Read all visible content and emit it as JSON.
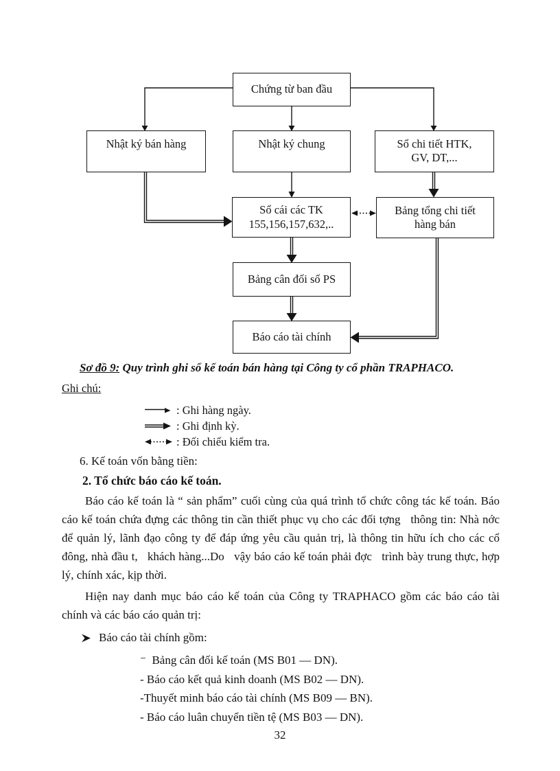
{
  "page": {
    "number": "32",
    "ink_color": "#131313",
    "background_color": "#ffffff"
  },
  "diagram": {
    "boxes": [
      {
        "id": "chung-tu-ban-dau",
        "label": "Chứng từ ban đầu"
      },
      {
        "id": "nhat-ky-ban-hang",
        "label": "Nhật ký bán hàng"
      },
      {
        "id": "nhat-ky-chung",
        "label": "Nhật ký chung"
      },
      {
        "id": "so-chi-tiet",
        "label": "Sổ chi tiết HTK,\nGV, DT,..."
      },
      {
        "id": "so-cai-cac-tk",
        "label": "Sổ cái các TK\n155,156,157,632,.."
      },
      {
        "id": "bang-tong-chi-tiet",
        "label": "Bảng tổng chi tiết\nhàng bán"
      },
      {
        "id": "bang-can-doi-so-ps",
        "label": "Bảng cân đối số PS"
      },
      {
        "id": "bao-cao-tai-chinh",
        "label": "Báo cáo tài chính"
      }
    ],
    "caption_label": "Sơ đồ 9:",
    "caption_text": " Quy trình ghi sổ kế toán bán hàng tại Công ty cổ phần TRAPHACO.",
    "legend_title": "Ghi chú:",
    "legend": [
      {
        "icon": "single-arrow-icon",
        "label": ": Ghi hàng ngày."
      },
      {
        "icon": "double-arrow-icon",
        "label": ": Ghi định kỳ."
      },
      {
        "icon": "dashed-two-way-arrow-icon",
        "label": ": Đối chiếu kiểm tra."
      }
    ]
  },
  "content": {
    "line_6": "6. Kế toán vốn bằng tiền:",
    "heading_2": "2. Tổ chức báo cáo kế toán.",
    "para_1": "Báo cáo kế toán là “ sản phẩm” cuối cùng của quá trình tổ chức công tác kế toán. Báo cáo kế toán chứa đựng các thông tin cần thiết phục vụ cho các đối tợng   thông tin: Nhà nớc   để quản lý, lãnh đạo công ty để đáp ứng yêu cầu quản trị, là thông tin hữu ích cho các cổ đông, nhà đầu t,   khách hàng...Do   vậy báo cáo kế toán phải đợc   trình bày trung thực, hợp lý, chính xác, kịp thời.",
    "para_2": "Hiện nay danh mục báo cáo kế toán của Công ty TRAPHACO gồm các báo cáo tài chính và các báo cáo quản trị:",
    "bullet_head": "Báo cáo tài chính gồm:",
    "list": [
      "⁻  Bảng cân đối kế toán (MS B01 — DN).",
      "- Báo cáo kết quả kinh doanh (MS B02 — DN).",
      "-Thuyết minh báo cáo tài chính (MS B09 — BN).",
      "- Báo cáo luân chuyển tiền tệ (MS B03 — DN)."
    ]
  }
}
